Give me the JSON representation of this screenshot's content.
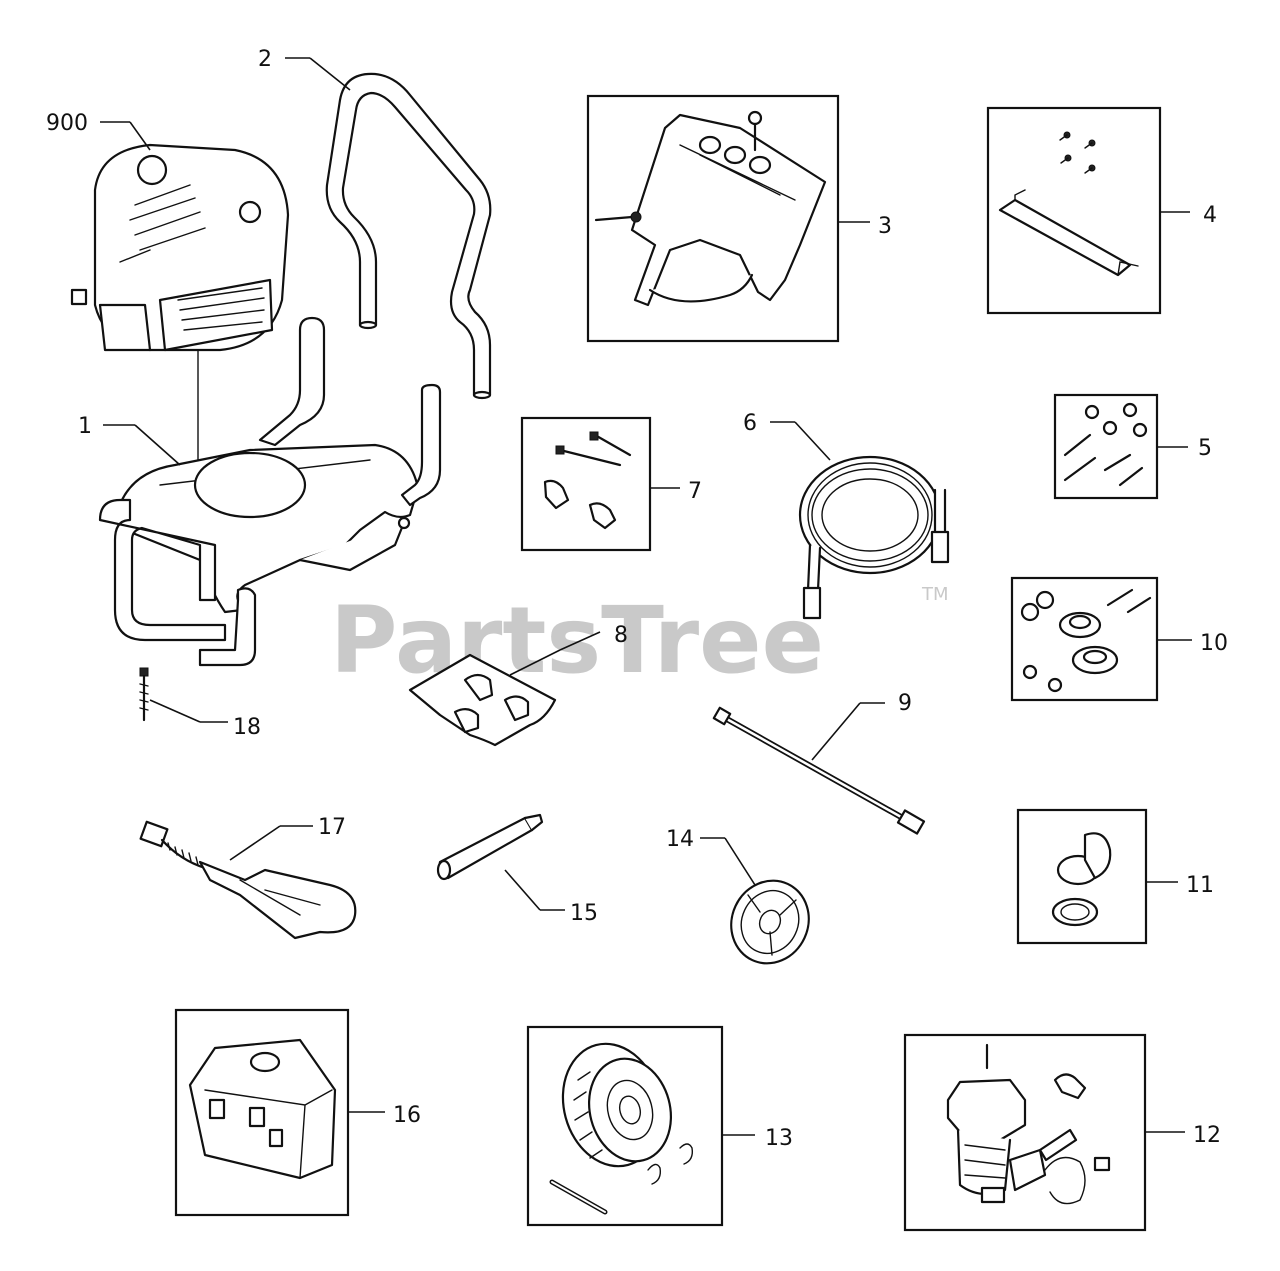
{
  "watermark": {
    "text": "PartsTree",
    "tm": "TM"
  },
  "callouts": {
    "c900": "900",
    "c1": "1",
    "c2": "2",
    "c3": "3",
    "c4": "4",
    "c5": "5",
    "c6": "6",
    "c7": "7",
    "c8": "8",
    "c9": "9",
    "c10": "10",
    "c11": "11",
    "c12": "12",
    "c13": "13",
    "c14": "14",
    "c15": "15",
    "c16": "16",
    "c17": "17",
    "c18": "18"
  }
}
